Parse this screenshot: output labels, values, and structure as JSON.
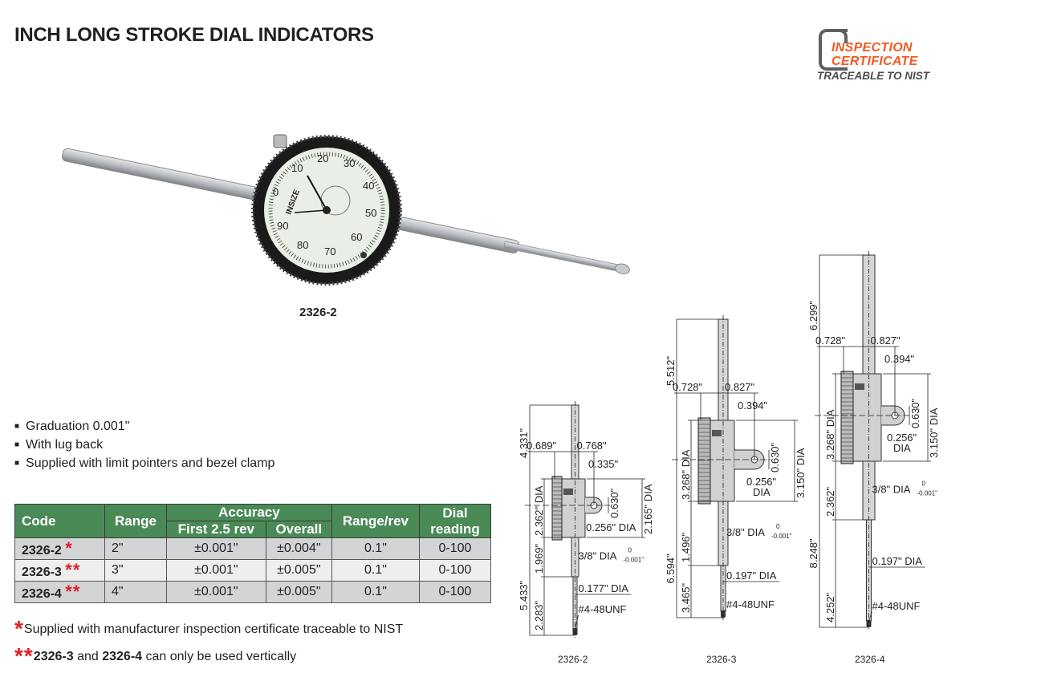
{
  "title": "INCH LONG STROKE DIAL INDICATORS",
  "logo": {
    "line1": "INSPECTION",
    "line2": "CERTIFICATE",
    "line3": "TRACEABLE TO NIST",
    "accent": "#f15a22"
  },
  "product_caption": "2326-2",
  "features": [
    "Graduation 0.001\"",
    "With lug back",
    "Supplied with limit pointers and bezel clamp"
  ],
  "table": {
    "header_color": "#4a8a57",
    "headers": {
      "code": "Code",
      "range": "Range",
      "accuracy": "Accuracy",
      "first": "First 2.5 rev",
      "overall": "Overall",
      "range_rev": "Range/rev",
      "dial": "Dial reading"
    },
    "rows": [
      {
        "code": "2326-2",
        "mark": "*",
        "range": "2\"",
        "first": "±0.001\"",
        "overall": "±0.004\"",
        "range_rev": "0.1\"",
        "dial": "0-100"
      },
      {
        "code": "2326-3",
        "mark": "**",
        "range": "3\"",
        "first": "±0.001\"",
        "overall": "±0.005\"",
        "range_rev": "0.1\"",
        "dial": "0-100"
      },
      {
        "code": "2326-4",
        "mark": "**",
        "range": "4\"",
        "first": "±0.001\"",
        "overall": "±0.005\"",
        "range_rev": "0.1\"",
        "dial": "0-100"
      }
    ]
  },
  "notes": {
    "n1_mark": "*",
    "n1": "Supplied with manufacturer inspection certificate traceable to NIST",
    "n2_mark": "**",
    "n2_a": "2326-3",
    "n2_b": " and ",
    "n2_c": "2326-4",
    "n2_d": " can only be used vertically"
  },
  "drawings": [
    {
      "caption": "2326-2",
      "d_top": "4.331\"",
      "d_total": "5.433\"",
      "d_dia": "2.362\" DIA",
      "d_mid": "1.969\"",
      "d_low": "2.283\"",
      "w_left": "0.689\"",
      "w_right": "0.768\"",
      "lug": "0.335\"",
      "lug_h": "0.630\"",
      "back_dia": "2.165\" DIA",
      "hole": "0.256\" DIA",
      "stem": "3/8\" DIA",
      "tol_up": "0",
      "tol_low": "-0.001\"",
      "spindle": "0.177\" DIA",
      "thread": "#4-48UNF"
    },
    {
      "caption": "2326-3",
      "d_top": "5.512\"",
      "d_total": "6.594\"",
      "d_dia": "3.268\" DIA",
      "d_mid": "1.496\"",
      "d_low": "3.465\"",
      "w_left": "0.728\"",
      "w_right": "0.827\"",
      "lug": "0.394\"",
      "lug_h": "0.630\"",
      "back_dia": "3.150\" DIA",
      "hole": "0.256\"",
      "hole2": "DIA",
      "stem": "3/8\" DIA",
      "tol_up": "0",
      "tol_low": "-0.001\"",
      "spindle": "0.197\" DIA",
      "thread": "#4-48UNF"
    },
    {
      "caption": "2326-4",
      "d_top": "6.299\"",
      "d_total": "8.248\"",
      "d_dia": "3.268\" DIA",
      "d_mid": "2.362\"",
      "d_low": "4.252\"",
      "w_left": "0.728\"",
      "w_right": "0.827\"",
      "lug": "0.394\"",
      "lug_h": "0.630\"",
      "back_dia": "3.150\" DIA",
      "hole": "0.256\"",
      "hole2": "DIA",
      "stem": "3/8\" DIA",
      "tol_up": "0",
      "tol_low": "-0.001\"",
      "spindle": "0.197\" DIA",
      "thread": "#4-48UNF"
    }
  ],
  "dial_face": {
    "brand": "INSIZE",
    "numbers": [
      "0",
      "10",
      "20",
      "30",
      "40",
      "50",
      "60",
      "70",
      "80",
      "90"
    ]
  }
}
